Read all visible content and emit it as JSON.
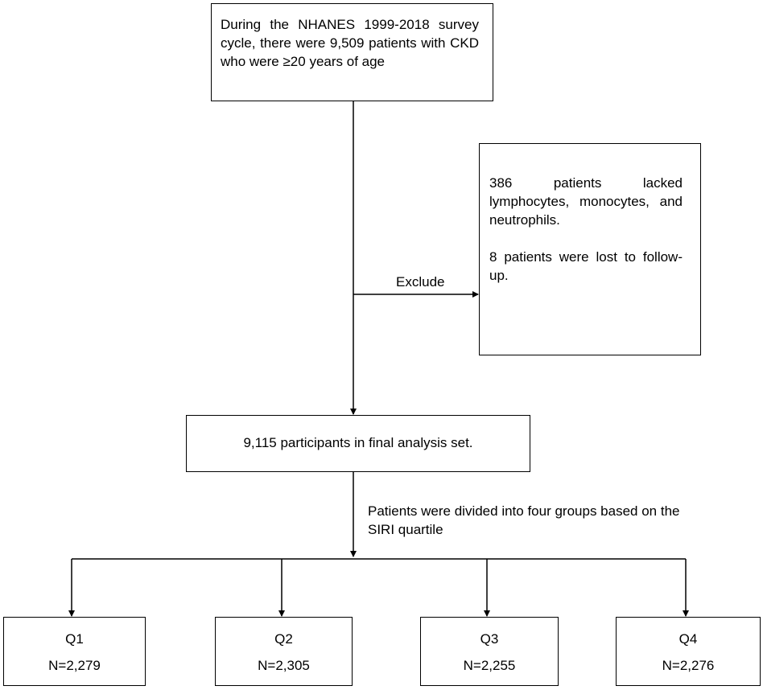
{
  "start_box": {
    "text": "During the NHANES 1999-2018 survey cycle, there were 9,509 patients with CKD who were ≥20 years of age"
  },
  "exclude_label": "Exclude",
  "exclusion_box": {
    "line1": "386 patients lacked lymphocytes, monocytes, and neutrophils.",
    "line2": "8 patients were lost to follow-up."
  },
  "final_box": {
    "text": "9,115 participants in final analysis set."
  },
  "division_label": "Patients were divided into four groups based on the SIRI quartile",
  "groups": [
    {
      "name": "Q1",
      "n": "N=2,279"
    },
    {
      "name": "Q2",
      "n": "N=2,305"
    },
    {
      "name": "Q3",
      "n": "N=2,255"
    },
    {
      "name": "Q4",
      "n": "N=2,276"
    }
  ]
}
